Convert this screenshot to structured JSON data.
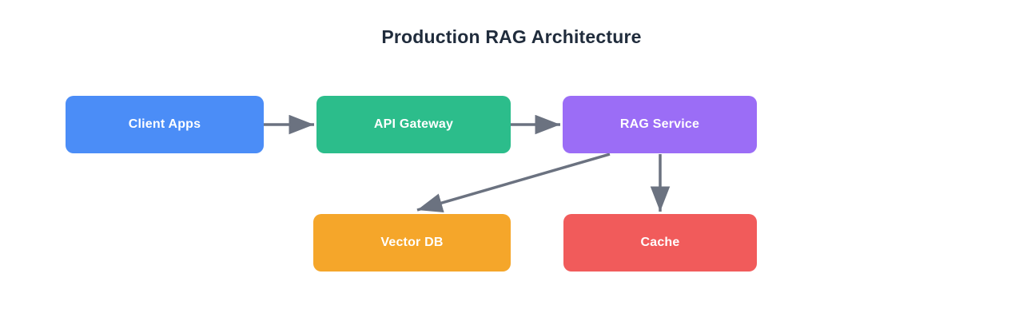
{
  "title": {
    "text": "Production RAG Architecture",
    "color": "#202c3c"
  },
  "diagram": {
    "nodes": [
      {
        "id": "client-apps",
        "label": "Client Apps",
        "color": "#4b8df7"
      },
      {
        "id": "api-gateway",
        "label": "API Gateway",
        "color": "#2cbd8b"
      },
      {
        "id": "rag-service",
        "label": "RAG Service",
        "color": "#9b6df6"
      },
      {
        "id": "vector-db",
        "label": "Vector DB",
        "color": "#f5a62a"
      },
      {
        "id": "cache",
        "label": "Cache",
        "color": "#f15b5b"
      }
    ],
    "edges": [
      {
        "from": "client-apps",
        "to": "api-gateway"
      },
      {
        "from": "api-gateway",
        "to": "rag-service"
      },
      {
        "from": "rag-service",
        "to": "vector-db"
      },
      {
        "from": "rag-service",
        "to": "cache"
      }
    ],
    "edge_color": "#6b7280",
    "label_color": "#ffffff",
    "background_color": "#ffffff"
  }
}
